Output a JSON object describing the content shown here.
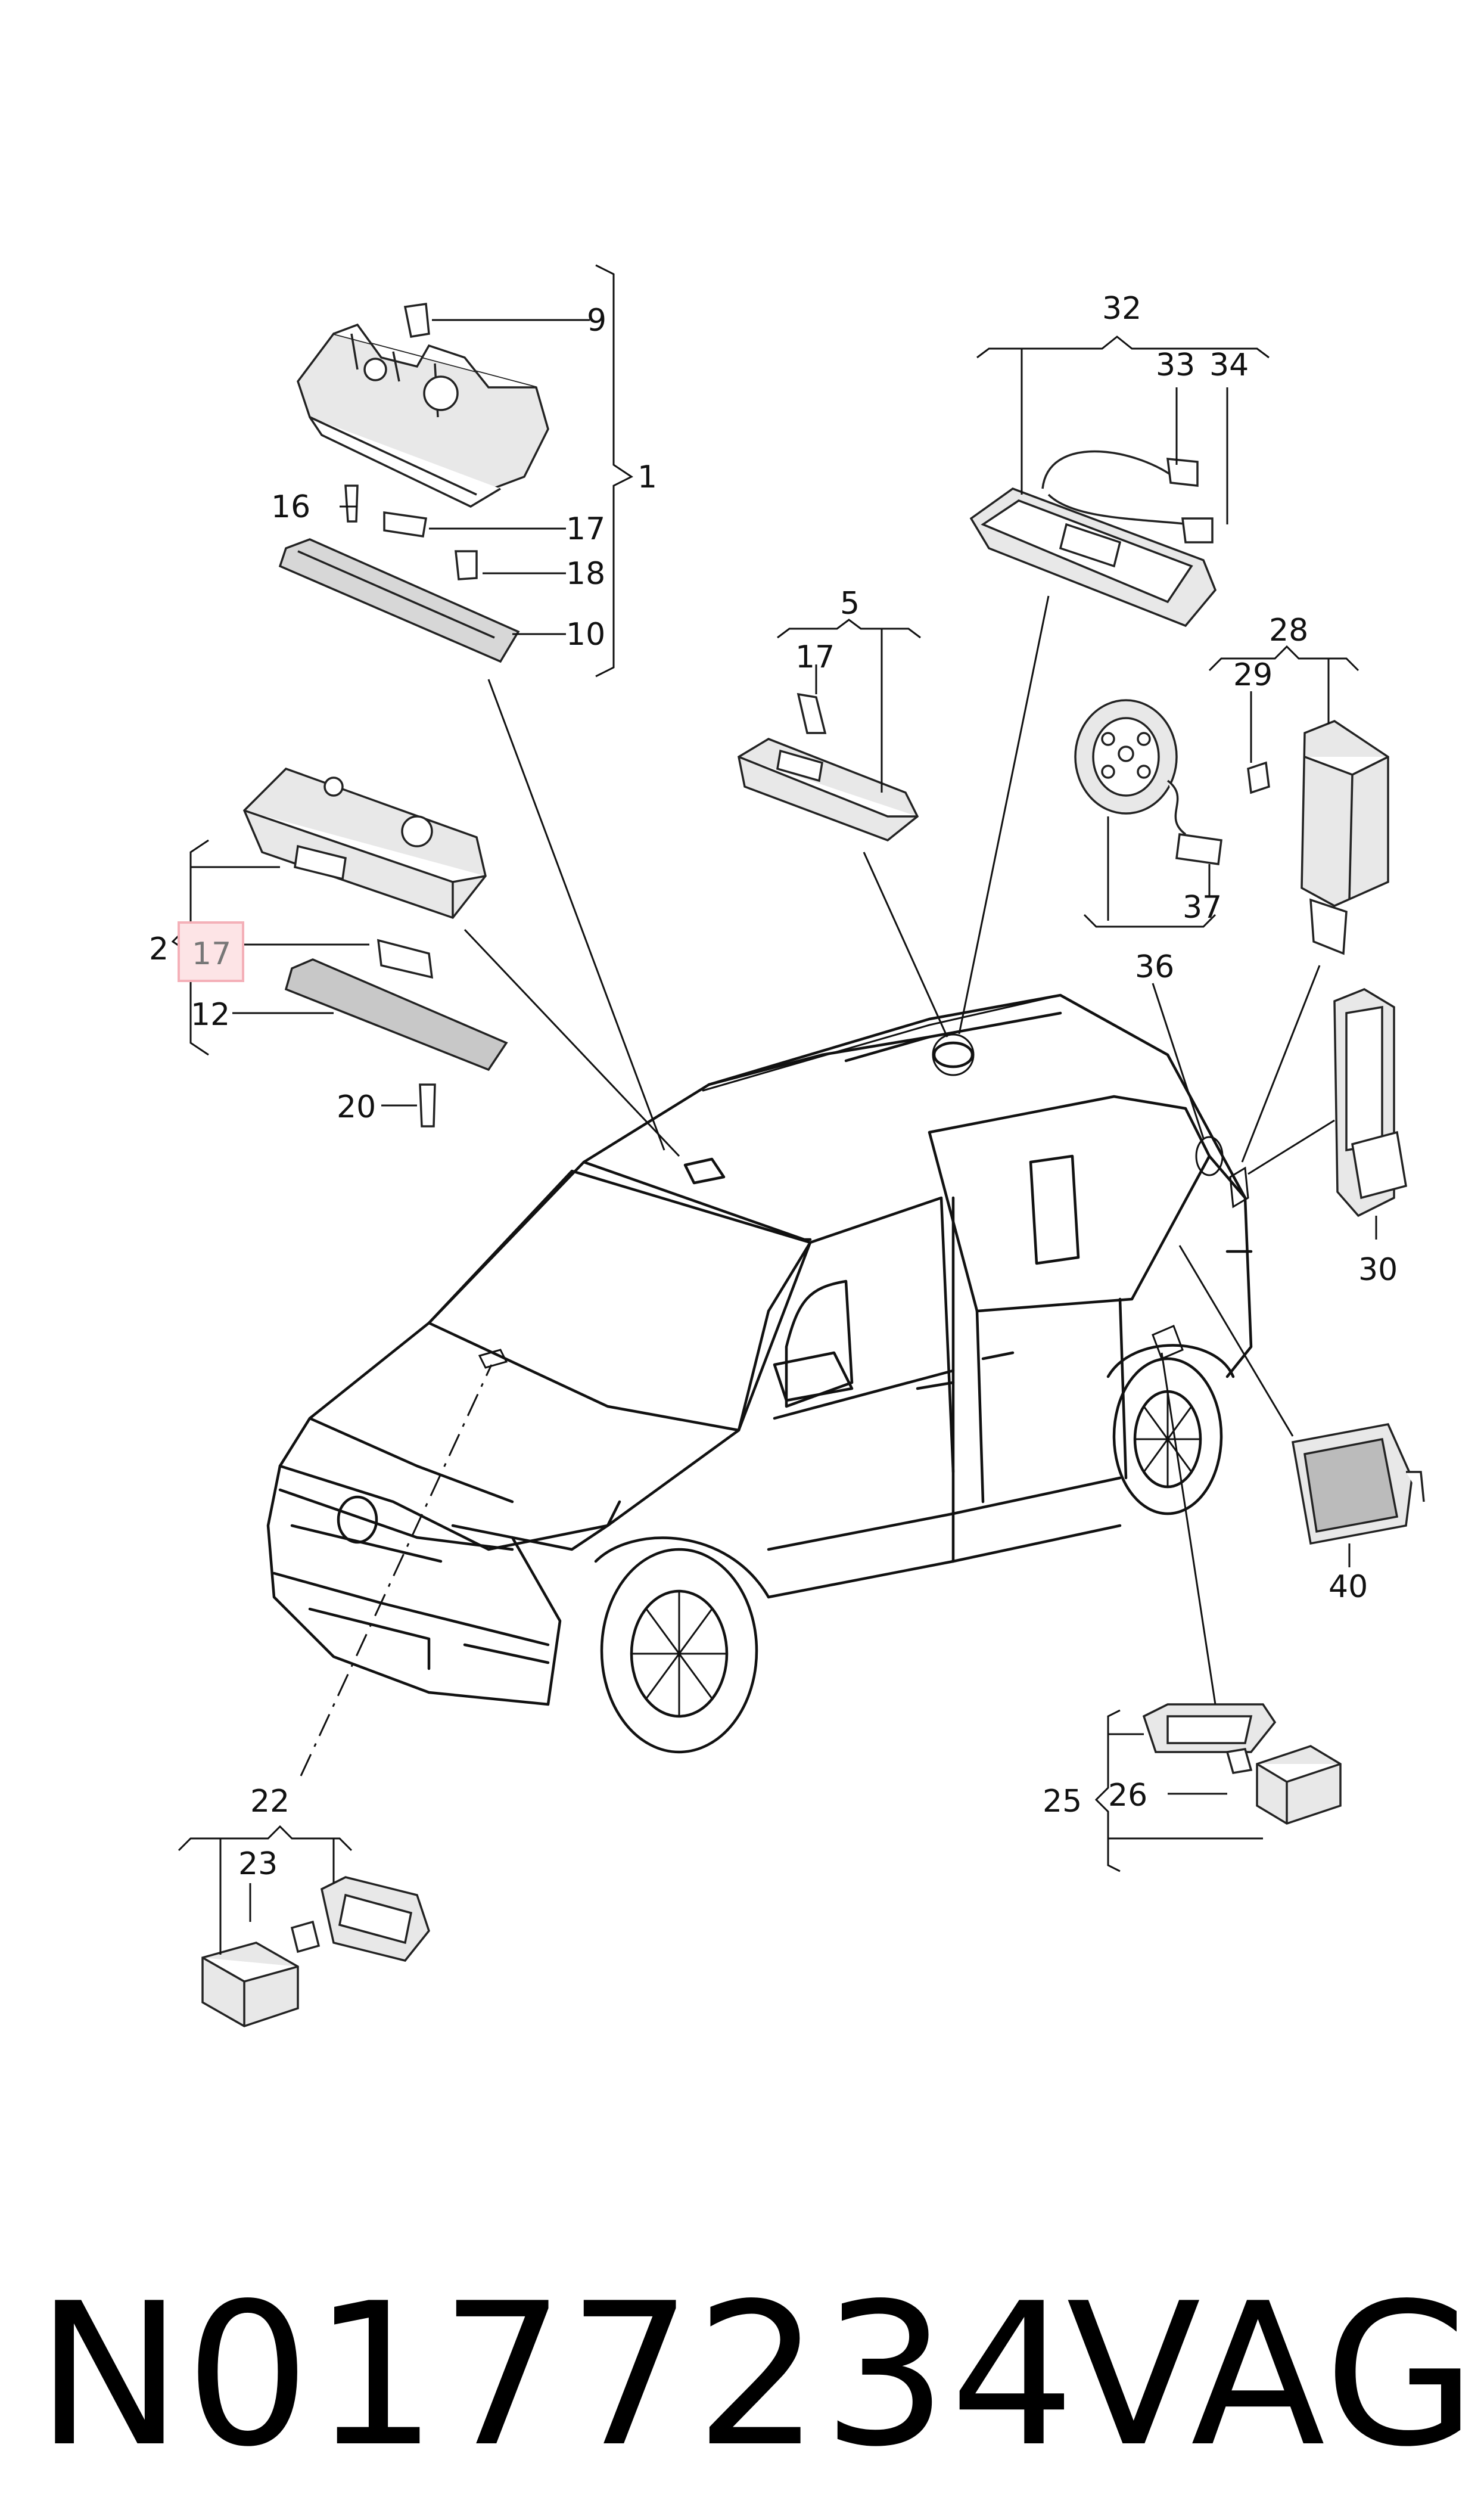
{
  "diagram": {
    "code": "N0177234",
    "brand": "VAG"
  },
  "callouts": {
    "c1": "1",
    "c2": "2",
    "c5": "5",
    "c9": "9",
    "c10": "10",
    "c12": "12",
    "c16": "16",
    "c17_a": "17",
    "c17_b": "17",
    "c17_c": "17",
    "c18": "18",
    "c20": "20",
    "c22": "22",
    "c23": "23",
    "c25": "25",
    "c26": "26",
    "c28": "28",
    "c29": "29",
    "c30": "30",
    "c32": "32",
    "c33": "33",
    "c34": "34",
    "c36": "36",
    "c37": "37",
    "c40": "40"
  },
  "highlight": {
    "color": "#f4b0b8",
    "fill": "#fde4e6"
  }
}
